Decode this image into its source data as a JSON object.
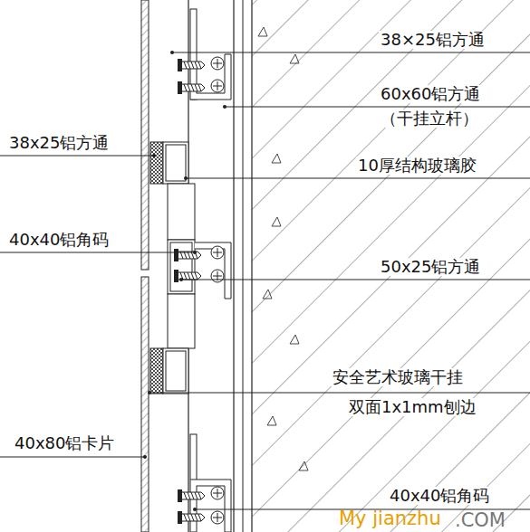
{
  "diagram": {
    "labels": [
      "38×25铝方通",
      "60x60铝方通",
      "（干挂立杆）",
      "10厚结构玻璃胶",
      "50x25铝方通",
      "安全艺术玻璃干挂",
      "双面1x1mm刨边",
      "40x40铝角码",
      "38x25铝方通",
      "40x40铝角码",
      "40x80铝卡片",
      "My jianzhu",
      ".COM"
    ]
  }
}
